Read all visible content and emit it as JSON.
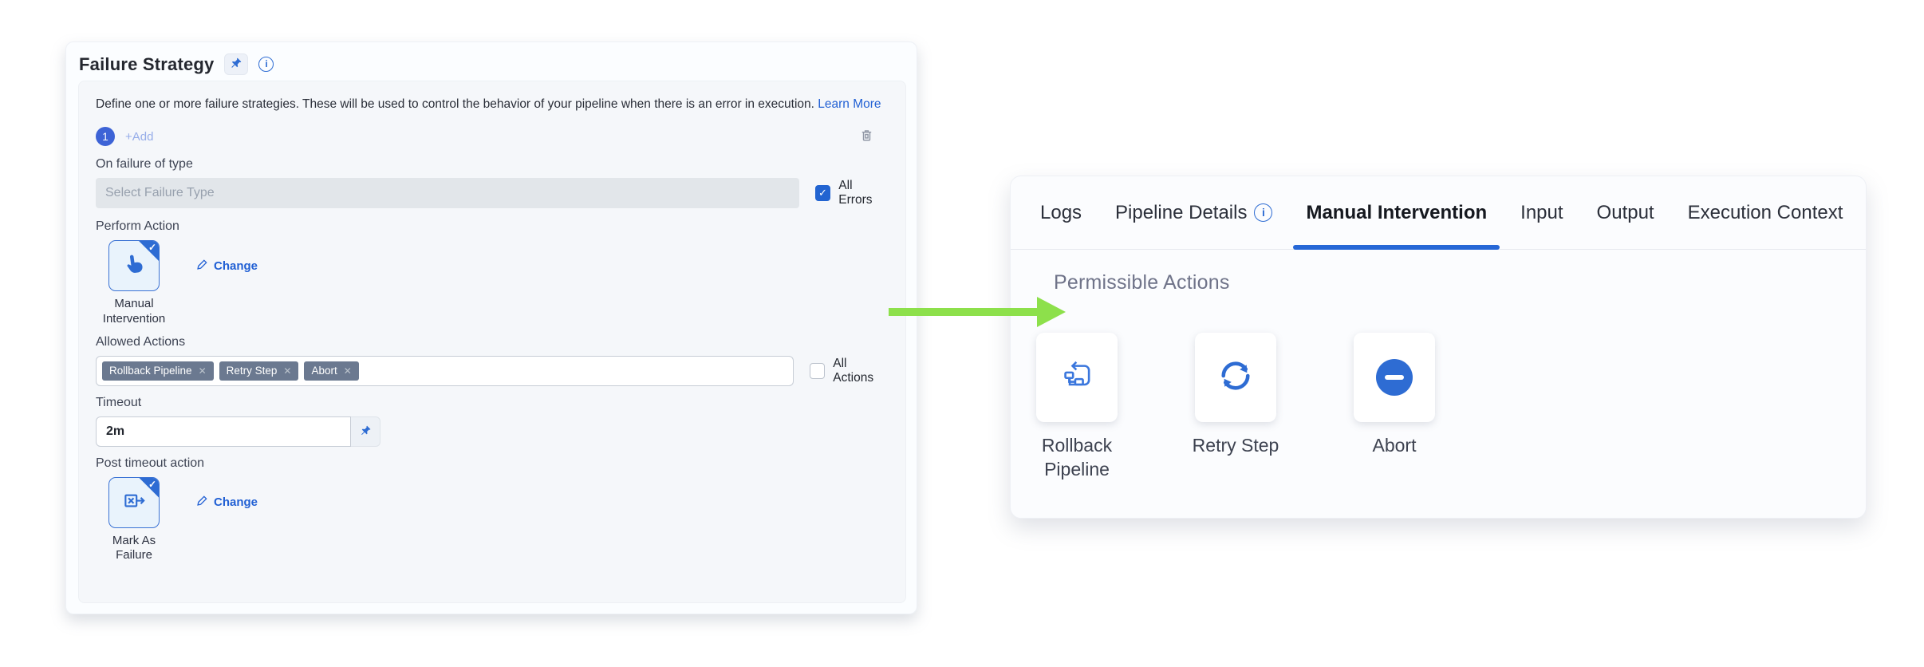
{
  "left_panel": {
    "title": "Failure Strategy",
    "description": "Define one or more failure strategies. These will be used to control the behavior of your pipeline when there is an error in execution.",
    "learn_more_label": "Learn More",
    "strategy_badge": "1",
    "add_label": "+Add",
    "fields": {
      "on_failure_label": "On failure of type",
      "failure_type_placeholder": "Select Failure Type",
      "all_errors_label": "All Errors",
      "perform_action_label": "Perform Action",
      "perform_action_value": "Manual Intervention",
      "change_label": "Change",
      "allowed_actions_label": "Allowed Actions",
      "tags": [
        "Rollback Pipeline",
        "Retry Step",
        "Abort"
      ],
      "all_actions_label": "All Actions",
      "timeout_label": "Timeout",
      "timeout_value": "2m",
      "post_timeout_label": "Post timeout action",
      "post_timeout_value": "Mark As Failure"
    }
  },
  "right_panel": {
    "tabs": [
      {
        "label": "Logs"
      },
      {
        "label": "Pipeline Details",
        "has_info_icon": true
      },
      {
        "label": "Manual Intervention",
        "active": true
      },
      {
        "label": "Input"
      },
      {
        "label": "Output"
      },
      {
        "label": "Execution Context"
      }
    ],
    "heading": "Permissible Actions",
    "actions": [
      {
        "label": "Rollback Pipeline",
        "icon": "rollback-pipeline-icon"
      },
      {
        "label": "Retry Step",
        "icon": "retry-step-icon"
      },
      {
        "label": "Abort",
        "icon": "abort-icon"
      }
    ]
  },
  "icons": {
    "check": "✓",
    "close": "✕",
    "info": "i"
  },
  "colors": {
    "accent_blue": "#2e6cd3",
    "link_blue": "#2160d4",
    "badge_blue": "#3d63d6",
    "tag_gray": "#6b7990",
    "arrow_green": "#8de04b",
    "tab_underline": "#2667d6"
  }
}
